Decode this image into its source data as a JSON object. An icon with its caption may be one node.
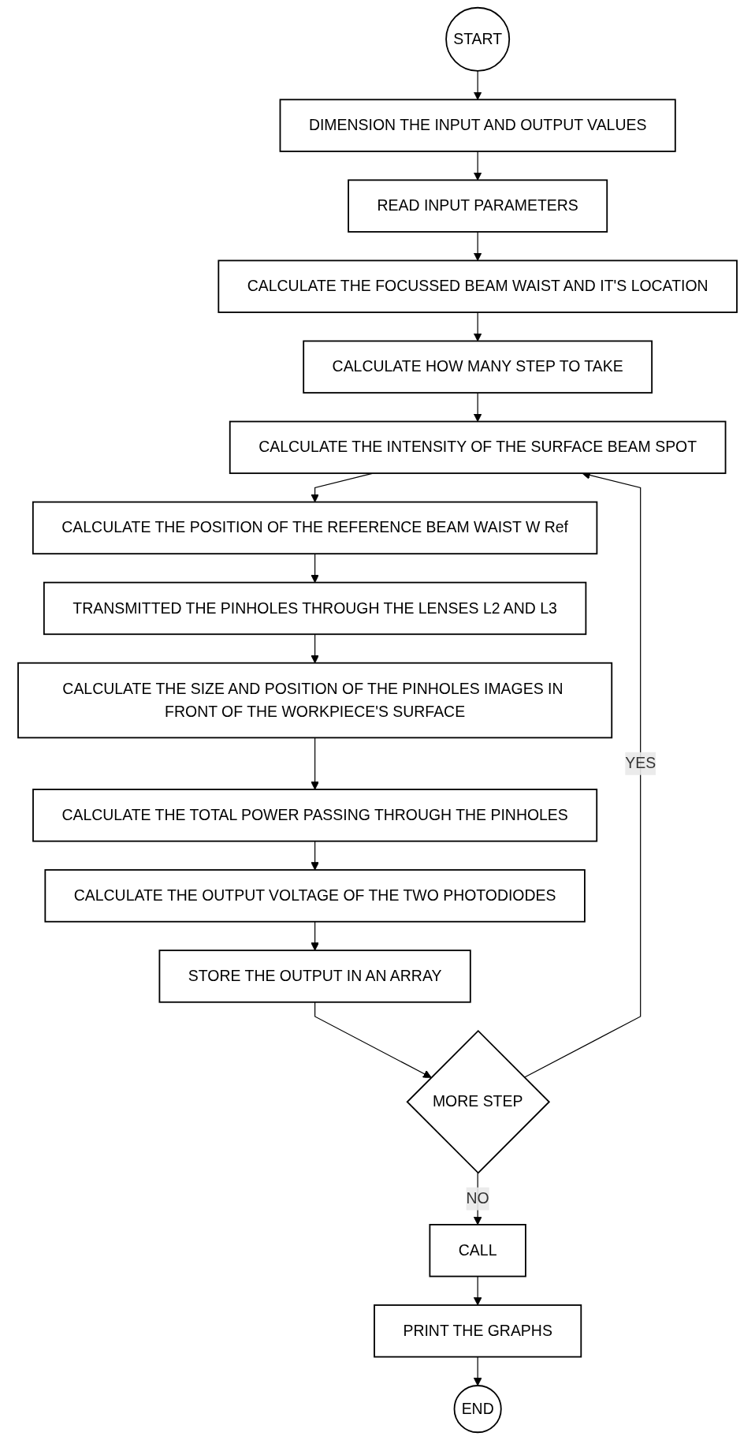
{
  "diagram": {
    "nodes": [
      {
        "text": [
          "START"
        ]
      },
      {
        "text": [
          "DIMENSION THE INPUT AND OUTPUT VALUES"
        ]
      },
      {
        "text": [
          "READ INPUT PARAMETERS"
        ]
      },
      {
        "text": [
          "CALCULATE THE FOCUSSED BEAM WAIST AND IT'S LOCATION"
        ]
      },
      {
        "text": [
          "CALCULATE HOW MANY STEP TO TAKE"
        ]
      },
      {
        "text": [
          "CALCULATE THE INTENSITY OF THE SURFACE BEAM SPOT"
        ]
      },
      {
        "text": [
          "CALCULATE THE POSITION OF THE REFERENCE BEAM WAIST W Ref"
        ]
      },
      {
        "text": [
          "TRANSMITTED THE PINHOLES THROUGH THE LENSES L2 AND L3"
        ]
      },
      {
        "text": [
          "CALCULATE THE SIZE AND POSITION OF THE PINHOLES IMAGES IN FRONT OF THE WORKPIECE'S SURFACE"
        ]
      },
      {
        "text": [
          "CALCULATE THE TOTAL POWER PASSING THROUGH THE PINHOLES"
        ]
      },
      {
        "text": [
          "CALCULATE THE OUTPUT VOLTAGE OF THE TWO PHOTODIODES"
        ]
      },
      {
        "text": [
          "STORE THE OUTPUT IN AN ARRAY"
        ]
      },
      {
        "text": [
          "MORE STEP"
        ]
      },
      {
        "text": [
          "CALL"
        ]
      },
      {
        "text": [
          "PRINT THE GRAPHS"
        ]
      },
      {
        "text": [
          "END"
        ]
      }
    ],
    "edges": [
      {
        "from": 0,
        "to": 1,
        "arrow": "to"
      },
      {
        "from": 1,
        "to": 2,
        "arrow": "to"
      },
      {
        "from": 2,
        "to": 3,
        "arrow": "to"
      },
      {
        "from": 3,
        "to": 4,
        "arrow": "to"
      },
      {
        "from": 4,
        "to": 5,
        "arrow": "to"
      },
      {
        "from": 5,
        "to": 6,
        "arrow": "to"
      },
      {
        "from": 6,
        "to": 7,
        "arrow": "to"
      },
      {
        "from": 7,
        "to": 8,
        "arrow": "to"
      },
      {
        "from": 8,
        "to": 9,
        "arrow": "to"
      },
      {
        "from": 9,
        "to": 10,
        "arrow": "to"
      },
      {
        "from": 10,
        "to": 11,
        "arrow": "to"
      },
      {
        "from": 11,
        "to": 12,
        "arrow": "to"
      },
      {
        "from": 12,
        "to": 5,
        "label": "YES",
        "arrow": "to"
      },
      {
        "from": 12,
        "to": 13,
        "label": "NO",
        "arrow": "to"
      },
      {
        "from": 13,
        "to": 14,
        "arrow": "to"
      },
      {
        "from": 14,
        "to": 15,
        "arrow": "to"
      }
    ]
  }
}
